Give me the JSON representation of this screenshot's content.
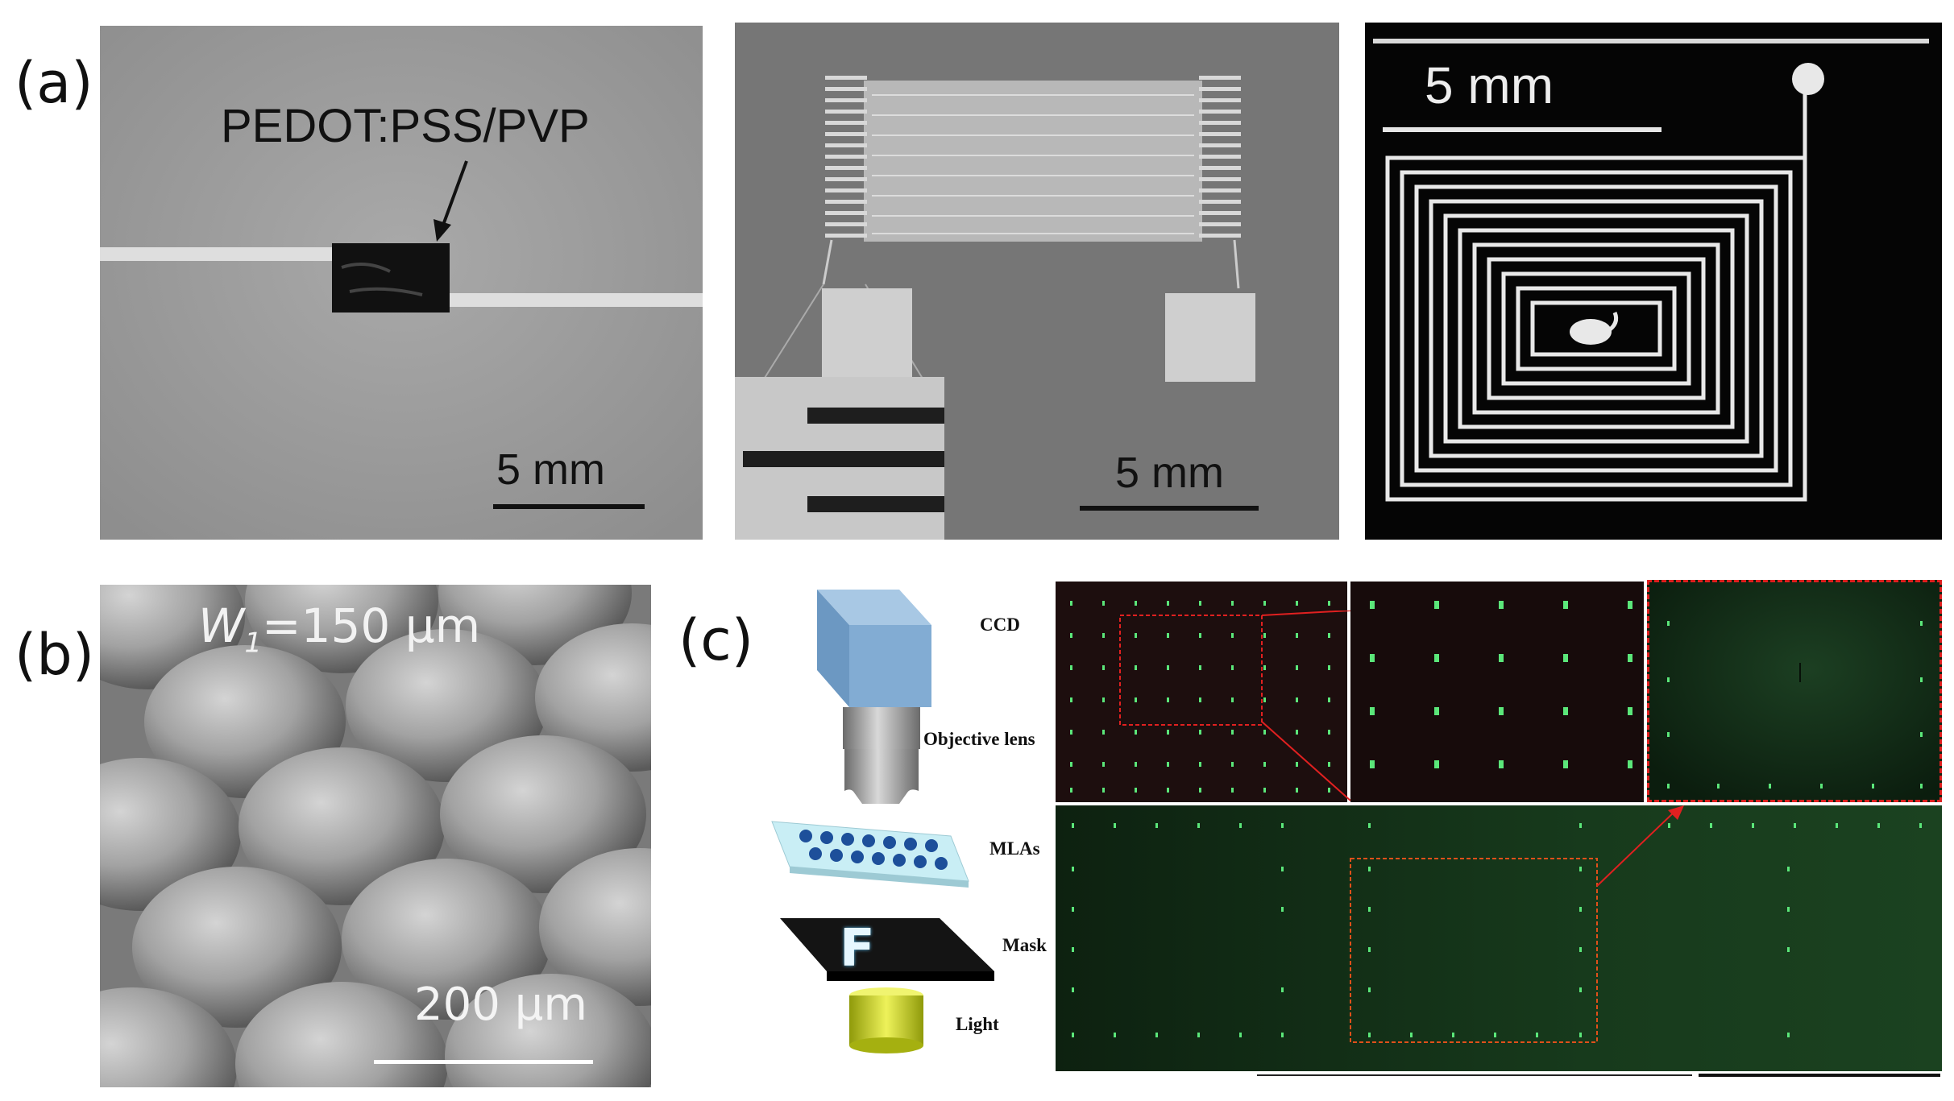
{
  "panels": {
    "a": {
      "letter": "(a)",
      "image1": {
        "label": "PEDOT:PSS/PVP",
        "scale_label": "5 mm"
      },
      "image2": {
        "scale_label": "5 mm"
      },
      "image3": {
        "scale_label": "5 mm"
      }
    },
    "b": {
      "letter": "(b)",
      "width_label_var": "W",
      "width_label_sub": "1",
      "width_label_value": "=150 μm",
      "scale_label": "200 μm"
    },
    "c": {
      "letter": "(c)",
      "setup_labels": {
        "ccd": "CCD",
        "objective": "Objective lens",
        "mlas": "MLAs",
        "mask": "Mask",
        "light": "Light"
      },
      "mask_letter": "F"
    }
  },
  "colors": {
    "photo_gray": "#9a9a9a",
    "dark_bg": "#050505",
    "micro_green": "#0f2a14",
    "dot_green": "#58e878",
    "highlight_red": "#e02020",
    "ccd_blue": "#7aa6cf",
    "mla_lens_blue": "#1d4f9a",
    "light_yellow": "#d6e020"
  }
}
